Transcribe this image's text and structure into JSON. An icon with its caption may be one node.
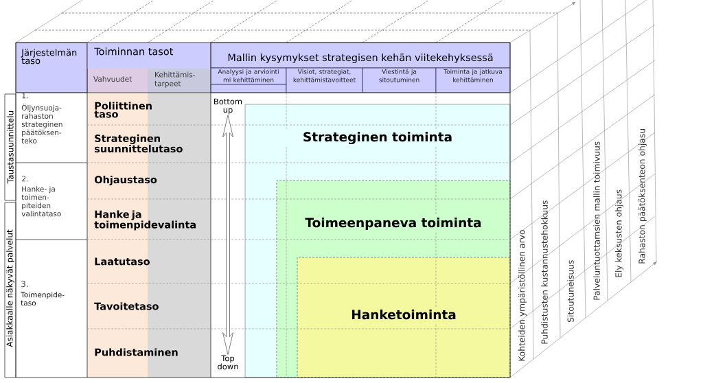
{
  "diagram": {
    "nodes": [
      {
        "text": [
          "Vahvuudet"
        ]
      },
      {
        "text": [
          "Kehittämis-tarpeet"
        ]
      },
      {
        "text": [
          "Strateginen toiminta"
        ]
      },
      {
        "text": [
          "Toimeenpaneva toiminta"
        ],
        "in": 2
      },
      {
        "text": [
          "Hanketoiminta"
        ],
        "in": 3
      },
      {
        "text": [
          "Bottom up"
        ]
      },
      {
        "text": [
          "Top down"
        ]
      }
    ],
    "edges": [
      {
        "from": 5,
        "to": 6,
        "arrow": "both"
      }
    ],
    "labels": [
      "Järjestelmän taso",
      "Toiminnan tasot",
      "Mallin kysymykset strategisen kehän viitekehyksessä",
      "Analyysi ja arviointi ml kehittäminen",
      "Visiot, strategiat, kehittämistavoitteet",
      "Viestintä ja sitoutuminen",
      "Toiminta ja jatkuva kehittäminen",
      "Taustasuunnittelu",
      "1.",
      "Öljynsuoja-rahaston strateginen päätöksen-teko",
      "Poliittinen taso",
      "Strateginen suunnittelutaso",
      "2.",
      "Hanke- ja toimen-piteiden valintataso",
      "Ohjaustaso",
      "Hanke ja toimenpidevalinta",
      "Asiakkaalle näkyvät palvelut",
      "3.",
      "Toimenpide-taso",
      "Laatutaso",
      "Tavoitetaso",
      "Puhdistaminen",
      "Kohteiden ympäristöllinen arvo",
      "Puhdistusten kustannustehokkuus",
      "Sitoutuneisuus",
      "Palveluntuottamsien mallin toimivuus",
      "Ely keksusten ohjaus",
      "Rahaston päätöksenteon ohjasu"
    ]
  }
}
